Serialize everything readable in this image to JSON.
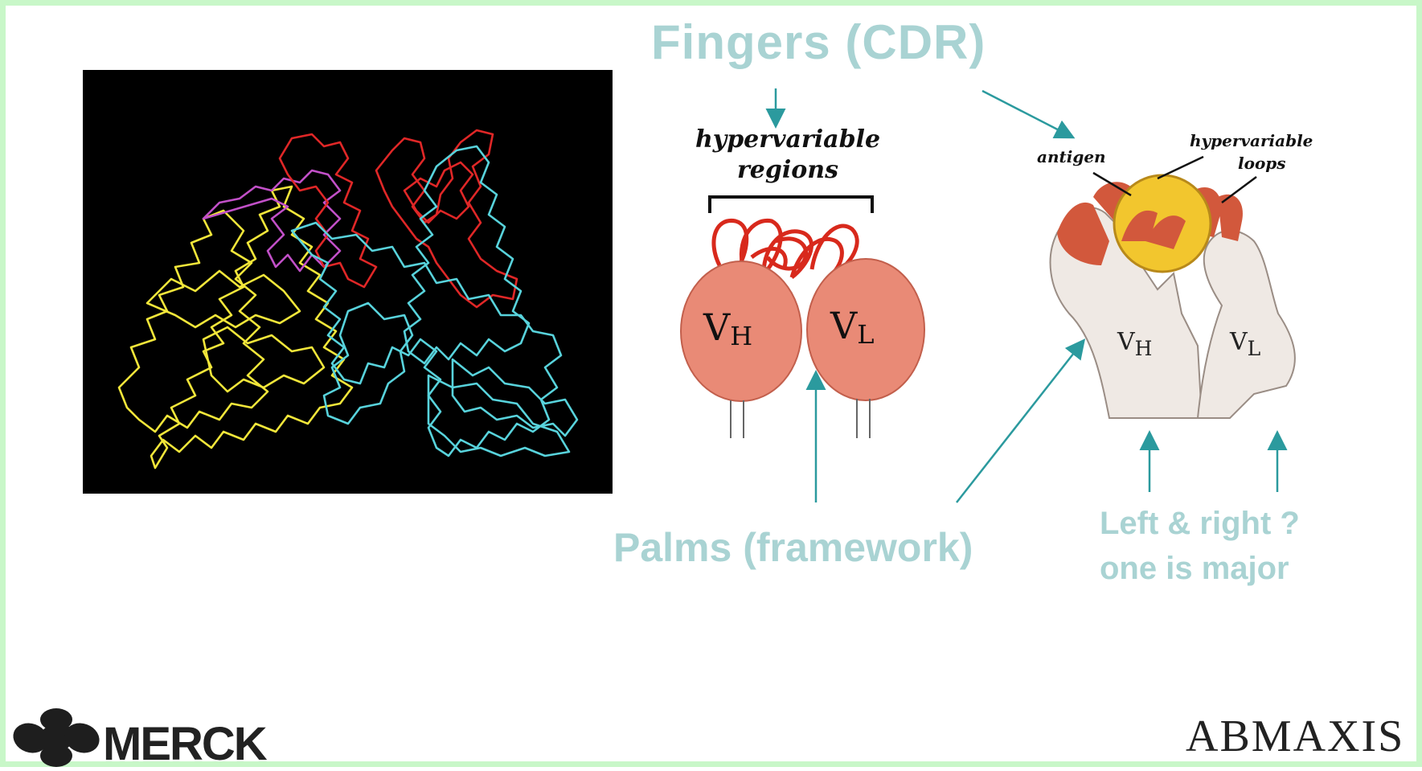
{
  "slide": {
    "title": "Fingers (CDR)",
    "palms_label": "Palms (framework)",
    "left_right_line1": "Left & right ?",
    "left_right_line2": "one is major"
  },
  "diagram": {
    "hypervariable_line1": "hypervariable",
    "hypervariable_line2": "regions",
    "vh_main": "V",
    "vh_sub": "H",
    "vl_main": "V",
    "vl_sub": "L"
  },
  "hand": {
    "antigen": "antigen",
    "loops_line1": "hypervariable",
    "loops_line2": "loops",
    "vh_main": "V",
    "vh_sub": "H",
    "vl_main": "V",
    "vl_sub": "L"
  },
  "logos": {
    "merck": "MERCK",
    "abmaxis": "ABMAXIS"
  },
  "colors": {
    "border": "#c8f7c8",
    "label_teal": "#a9d3d3",
    "arrow_teal": "#2b9a9e",
    "protein_yellow": "#f2e63a",
    "protein_red": "#e02727",
    "protein_cyan": "#58d3dc",
    "protein_magenta": "#c250c8",
    "domain_ball": "#e98a76"
  }
}
